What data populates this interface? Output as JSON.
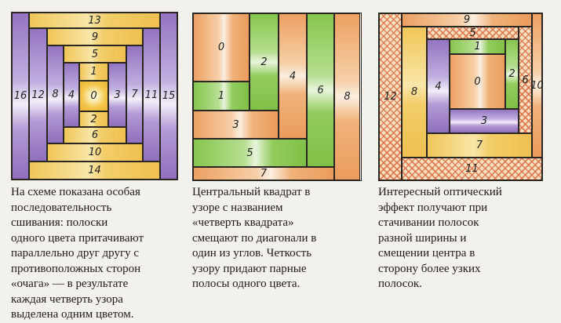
{
  "diagrams": [
    {
      "name": "courthouse-steps",
      "strips": [
        {
          "label": "16",
          "fill": "purple"
        },
        {
          "label": "15",
          "fill": "purple"
        },
        {
          "label": "13",
          "fill": "yellow"
        },
        {
          "label": "14",
          "fill": "yellow"
        },
        {
          "label": "12",
          "fill": "purple"
        },
        {
          "label": "11",
          "fill": "purple"
        },
        {
          "label": "9",
          "fill": "yellow"
        },
        {
          "label": "10",
          "fill": "yellow"
        },
        {
          "label": "8",
          "fill": "purple"
        },
        {
          "label": "7",
          "fill": "purple"
        },
        {
          "label": "5",
          "fill": "yellow"
        },
        {
          "label": "6",
          "fill": "yellow"
        },
        {
          "label": "4",
          "fill": "purple"
        },
        {
          "label": "3",
          "fill": "purple"
        },
        {
          "label": "1",
          "fill": "yellow"
        },
        {
          "label": "0",
          "fill": "center"
        },
        {
          "label": "2",
          "fill": "yellow"
        }
      ]
    },
    {
      "name": "quarter-square",
      "strips": [
        {
          "label": "0",
          "fill": "orange"
        },
        {
          "label": "2",
          "fill": "greenv"
        },
        {
          "label": "1",
          "fill": "green"
        },
        {
          "label": "4",
          "fill": "orangev"
        },
        {
          "label": "3",
          "fill": "orange"
        },
        {
          "label": "6",
          "fill": "greenv"
        },
        {
          "label": "5",
          "fill": "green"
        },
        {
          "label": "8",
          "fill": "orangev"
        },
        {
          "label": "7",
          "fill": "orange"
        }
      ]
    },
    {
      "name": "offset-center",
      "strips": [
        {
          "label": "12",
          "fill": "hatch"
        },
        {
          "label": "9",
          "fill": "orange"
        },
        {
          "label": "10",
          "fill": "orangev"
        },
        {
          "label": "11",
          "fill": "hatch"
        },
        {
          "label": "8",
          "fill": "yellowv"
        },
        {
          "label": "7",
          "fill": "yellow"
        },
        {
          "label": "5",
          "fill": "hatch"
        },
        {
          "label": "6",
          "fill": "hatch"
        },
        {
          "label": "4",
          "fill": "purple"
        },
        {
          "label": "3",
          "fill": "purple"
        },
        {
          "label": "1",
          "fill": "green"
        },
        {
          "label": "2",
          "fill": "greenv"
        },
        {
          "label": "0",
          "fill": "orange"
        }
      ]
    }
  ],
  "captions": [
    {
      "lines": [
        "На схеме показана особая",
        "последовательность",
        "сшивания: полоски",
        "одного цвета притачивают",
        "параллельно друг другу с",
        "противоположных сторон",
        "«очага» — в результате",
        "каждая четверть узора",
        "выделена одним цветом."
      ]
    },
    {
      "lines": [
        "Центральный квадрат в",
        "узоре с названием",
        "«четверть квадрата»",
        "смещают по диагонали в",
        "один из углов. Четкость",
        "узору придают парные",
        "полосы одного цвета."
      ]
    },
    {
      "lines": [
        "Интересный оптический",
        "эффект получают при",
        "стачивании полосок",
        "разной ширины и",
        "смещении центра в",
        "сторону более узких",
        "полосок."
      ]
    }
  ]
}
